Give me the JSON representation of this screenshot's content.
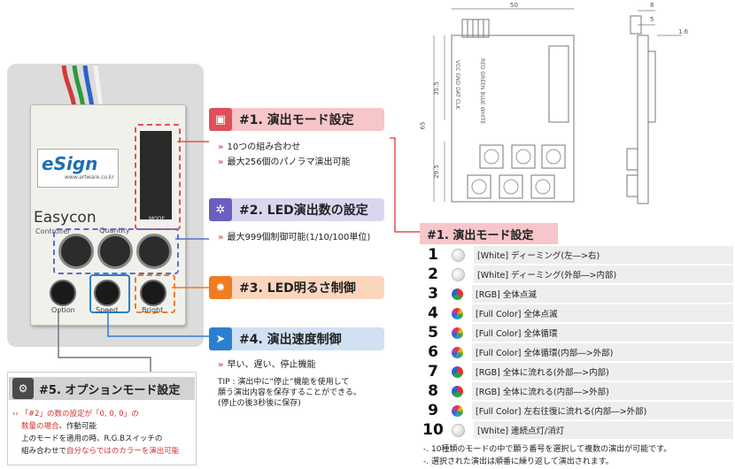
{
  "device": {
    "brand": "eSign",
    "url": "www.artware.co.kr",
    "name": "Easycon",
    "subtitle": "Controller",
    "dip_label": "MODE",
    "quantity_label": "Quantity",
    "knobs": [
      "Option",
      "Speed",
      "Bright"
    ]
  },
  "sections": {
    "mode": {
      "title": "#1. 演出モード設定",
      "lines": [
        "10つの組み合わせ",
        "最大256個のパノラマ演出可能"
      ],
      "color": "#f6c6ca",
      "icon_color": "#e0505a"
    },
    "led_count": {
      "title": "#2. LED演出数の設定",
      "lines": [
        "最大999個制御可能(1/10/100単位)"
      ],
      "color": "#d9d7f0",
      "icon_color": "#6a5fc0"
    },
    "brightness": {
      "title": "#3. LED明るさ制御",
      "color": "#fbd6bd",
      "icon_color": "#f07b20"
    },
    "speed": {
      "title": "#4. 演出速度制御",
      "lines": [
        "早い、遅い、停止機能"
      ],
      "tip": [
        "TIP : 演出中に“停止”機能を使用して",
        "願う演出内容を保存することができる。",
        "(停止の後3秒後に保存)"
      ],
      "color": "#cfe1f3",
      "icon_color": "#2c7fd0"
    },
    "option": {
      "title": "#5. オプションモード設定",
      "line1_red": "「#2」の数の設定が「0, 0, 0」の",
      "line2_red": "数量の場合",
      "line2_rest": "、作動可能",
      "line3": "上のモードを適用の時、R.G.Bスイッチの",
      "line4_pre": "組み合わせで",
      "line4_red": "自分ならではのカラーを演出可能"
    }
  },
  "drawing": {
    "dims": [
      "50",
      "35.5",
      "65",
      "29.5",
      "8",
      "5",
      "1.6"
    ],
    "pins_left": [
      "VCC",
      "GND",
      "DAT",
      "CLK"
    ],
    "pins_right": [
      "RED",
      "GREEN",
      "BLUE",
      "WHITE"
    ]
  },
  "mode_table": {
    "title": "#1. 演出モード設定",
    "rows": [
      {
        "num": "1",
        "dot": "white",
        "text": "[White] ディーミング(左―>右)"
      },
      {
        "num": "2",
        "dot": "white",
        "text": "[White] ディーミング(外部―>内部)"
      },
      {
        "num": "3",
        "dot": "rgb",
        "text": "[RGB] 全体点滅"
      },
      {
        "num": "4",
        "dot": "full",
        "text": "[Full Color] 全体点滅"
      },
      {
        "num": "5",
        "dot": "full",
        "text": "[Full Color] 全体循環"
      },
      {
        "num": "6",
        "dot": "full",
        "text": "[Full Color] 全体循環(内部―>外部)"
      },
      {
        "num": "7",
        "dot": "rgb",
        "text": "[RGB] 全体に流れる(外部―>内部)"
      },
      {
        "num": "8",
        "dot": "rgb",
        "text": "[RGB] 全体に流れる(内部―>外部)"
      },
      {
        "num": "9",
        "dot": "full",
        "text": "[Full Color] 左右往復に流れる(内部―>外部)"
      },
      {
        "num": "10",
        "dot": "white",
        "text": "[White] 連続点灯/消灯"
      }
    ],
    "notes": [
      "-. 10種類のモードの中で願う番号を選択して複数の演出が可能です。",
      "-. 選択された演出は順番に繰り返して演出されます。"
    ]
  }
}
